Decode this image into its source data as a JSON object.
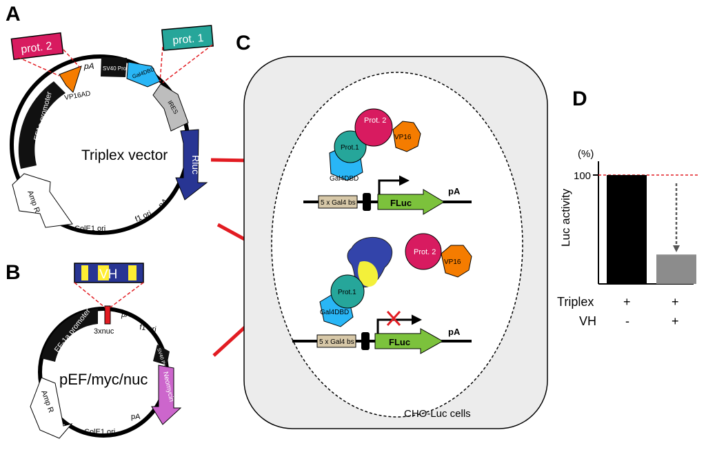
{
  "panels": {
    "a": "A",
    "b": "B",
    "c": "C",
    "d": "D"
  },
  "panel_a": {
    "center_label": "Triplex vector",
    "prot2_box": "prot. 2",
    "prot1_box": "prot. 1",
    "segments": {
      "pa_top": "pA",
      "sv40": "SV40 Pro",
      "gal4dbd": "Gal4DBD",
      "vp16ad": "VP16AD",
      "ires": "IRES",
      "rluc": "Rluc",
      "ef1a": "EF1a promoter",
      "ampr": "Amp R",
      "f1ori": "f1 ori",
      "pa_bottom": "pA",
      "cole1": "ColE1 ori"
    },
    "colors": {
      "prot2": "#d81b60",
      "prot1": "#26a69a",
      "vp16": "#f57c00",
      "gal4": "#29b6f6",
      "rluc": "#283593",
      "ires": "#bdbdbd"
    }
  },
  "panel_b": {
    "center_label": "pEF/myc/nuc",
    "vh_box": "VH",
    "segments": {
      "ef1a": "EF-1a promoter",
      "nuc": "3xnuc",
      "pa_top": "pA",
      "f1ori": "f1 ori",
      "sv40": "SV40 Pro",
      "neo": "Neomycin",
      "ampr": "Amp R",
      "cole1": "ColE1 ori",
      "pa_bottom": "pA"
    },
    "colors": {
      "vh_band": "#283593",
      "vh_stripe": "#ffee33",
      "neo": "#cc66cc"
    }
  },
  "panel_c": {
    "cell_label": "CHO-Luc cells",
    "top": {
      "prot2": "Prot. 2",
      "vp16": "VP16",
      "prot1": "Prot.1",
      "gal4": "Gal4DBD",
      "bs": "5 x Gal4 bs",
      "fluc": "FLuc",
      "pa": "pA"
    },
    "bottom": {
      "prot2": "Prot. 2",
      "vp16": "VP16",
      "prot1": "Prot.1",
      "gal4": "Gal4DBD",
      "bs": "5 x Gal4 bs",
      "fluc": "FLuc",
      "pa": "pA"
    },
    "colors": {
      "fluc": "#7cc23c",
      "arrow": "#e21c22"
    }
  },
  "panel_d": {
    "chart_data": {
      "type": "bar",
      "ylabel": "Luc activity",
      "yunit": "(%)",
      "yticks": [
        "100"
      ],
      "ylim": [
        0,
        100
      ],
      "values": [
        100,
        27
      ],
      "bar_colors": [
        "#000000",
        "#8c8c8c"
      ],
      "rows": [
        {
          "label": "Triplex",
          "values": [
            "+",
            "+"
          ]
        },
        {
          "label": "VH",
          "values": [
            "-",
            "+"
          ]
        }
      ]
    }
  }
}
